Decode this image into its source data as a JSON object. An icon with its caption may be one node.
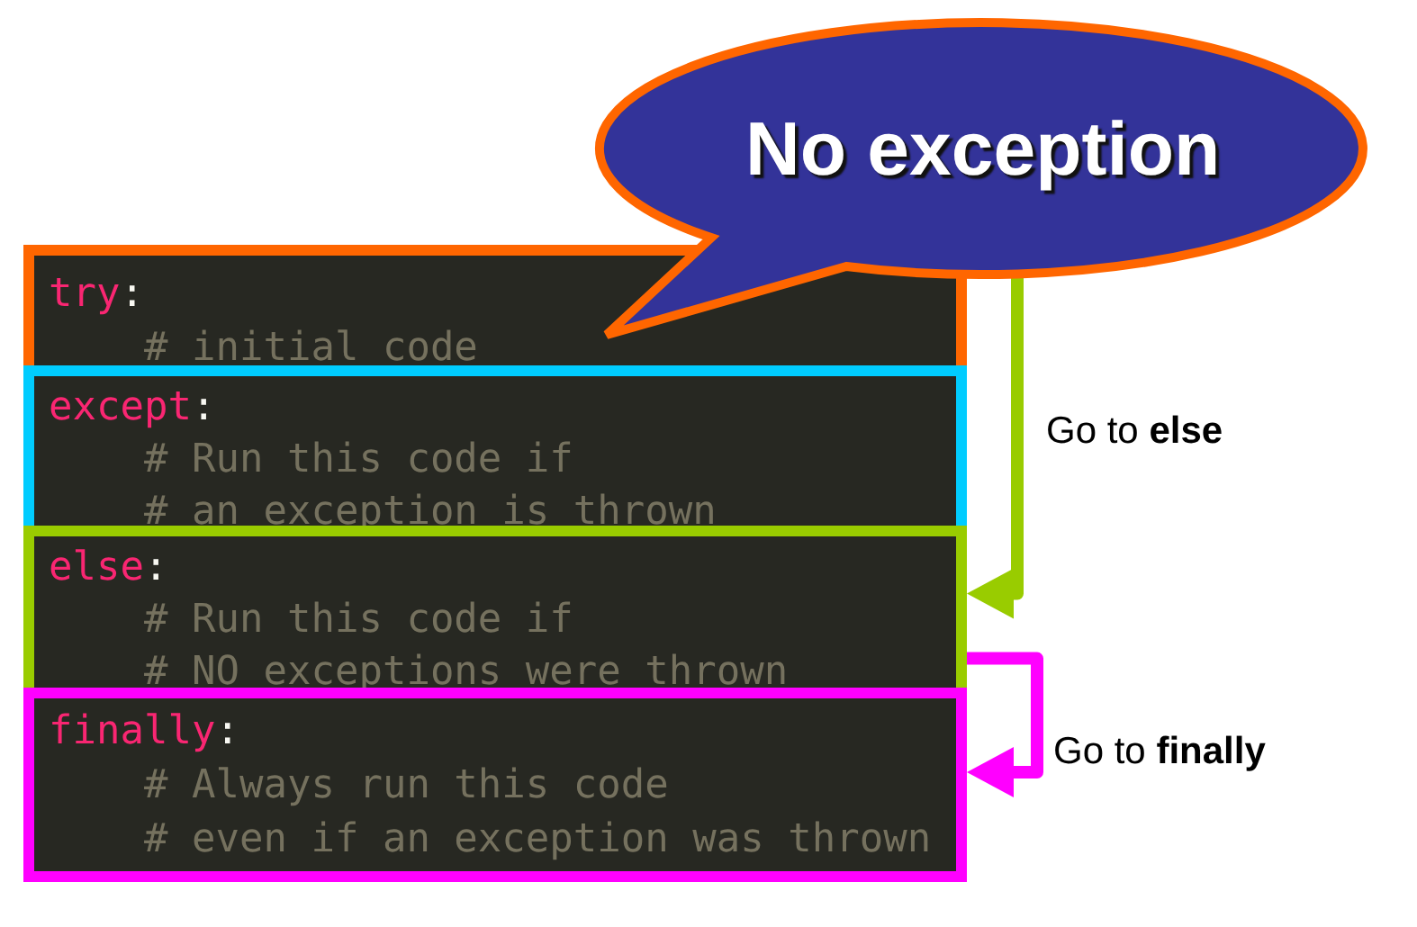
{
  "diagram": {
    "nodes": [
      {
        "text": [
          "No exception"
        ]
      },
      {
        "text": [
          "try:",
          "# initial code"
        ]
      },
      {
        "text": [
          "except:",
          "# Run this code if",
          "# an exception is thrown"
        ]
      },
      {
        "text": [
          "else:",
          "# Run this code if",
          "# NO exceptions were thrown"
        ]
      },
      {
        "text": [
          "finally:",
          "# Always run this code",
          "# even if an exception was thrown"
        ]
      }
    ],
    "edges": [
      {
        "from": 0,
        "to": 3,
        "arrow": "to",
        "label": "Go to **else**",
        "color": "#99cc00"
      },
      {
        "from": 3,
        "to": 4,
        "arrow": "to",
        "label": "Go to **finally**",
        "color": "#ff00ff"
      }
    ]
  }
}
